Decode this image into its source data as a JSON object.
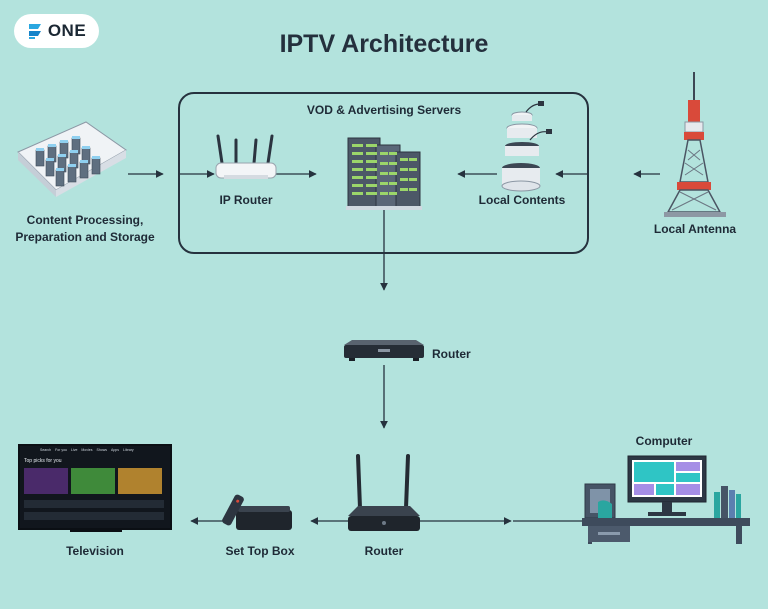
{
  "brand": {
    "name": "ONE"
  },
  "title": "IPTV Architecture",
  "nodes": {
    "content_processing": {
      "line1": "Content Processing,",
      "line2": "Preparation and Storage"
    },
    "ip_router": "IP Router",
    "vod_servers": "VOD & Advertising Servers",
    "local_contents": "Local Contents",
    "local_antenna": "Local Antenna",
    "router_mid": "Router",
    "router_bottom": "Router",
    "computer": "Computer",
    "television": "Television",
    "set_top_box": "Set Top Box"
  },
  "tv_screen": {
    "nav": [
      "Search",
      "For you",
      "Live",
      "Movies",
      "Shows",
      "Apps",
      "Library"
    ],
    "heading": "Top picks for you"
  },
  "colors": {
    "background": "#b3e3dd",
    "line": "#26323e",
    "text": "#1e2a36"
  }
}
